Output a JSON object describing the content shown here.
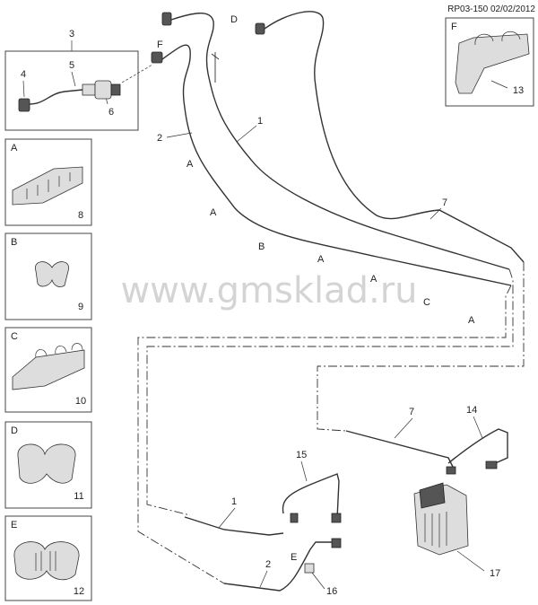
{
  "header": {
    "code": "RP03-150 02/02/2012"
  },
  "watermark": "www.gmsklad.ru",
  "insets": [
    {
      "letter": "A",
      "number": "8"
    },
    {
      "letter": "B",
      "number": "9"
    },
    {
      "letter": "C",
      "number": "10"
    },
    {
      "letter": "D",
      "number": "11"
    },
    {
      "letter": "E",
      "number": "12"
    },
    {
      "letter": "F",
      "number": "13"
    }
  ],
  "group_box": {
    "number": "3",
    "items": [
      "4",
      "5",
      "6"
    ]
  },
  "callouts": {
    "p1_top": "1",
    "p2_top": "2",
    "p7_top": "7",
    "p7_low": "7",
    "p14": "14",
    "p15": "15",
    "p1_low": "1",
    "p2_low": "2",
    "p16": "16",
    "p17": "17"
  },
  "clip_markers": {
    "d_top": "D",
    "f_top": "F",
    "a1": "A",
    "a2": "A",
    "b1": "B",
    "a3": "A",
    "a4": "A",
    "c1": "C",
    "a5": "A",
    "e_low": "E"
  }
}
